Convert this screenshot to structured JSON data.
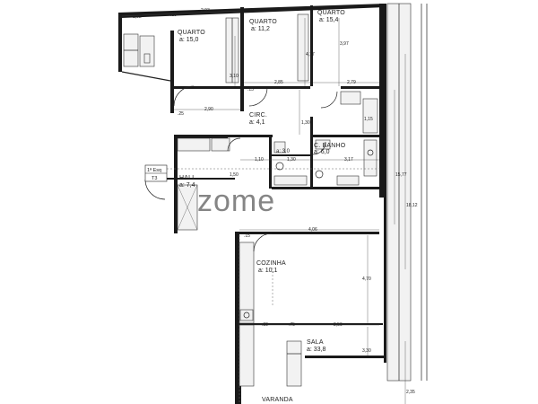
{
  "watermark": "zome",
  "floor_tag": {
    "line1": "1ª Esq",
    "line2": "T3"
  },
  "rooms": [
    {
      "id": "quarto-1",
      "name": "QUARTO",
      "area": "a: 15,0"
    },
    {
      "id": "quarto-2",
      "name": "QUARTO",
      "area": "a: 11,2"
    },
    {
      "id": "quarto-3",
      "name": "QUARTO",
      "area": "a: 15,4"
    },
    {
      "id": "circ",
      "name": "CIRC.",
      "area": "a: 4,1"
    },
    {
      "id": "c-banho",
      "name": "C. BANHO",
      "area": "a: 6,0"
    },
    {
      "id": "wc",
      "name": "",
      "area": "a: 3,0"
    },
    {
      "id": "hall",
      "name": "HALL",
      "area": "a: 7,4"
    },
    {
      "id": "cozinha",
      "name": "COZINHA",
      "area": "a: 10,1"
    },
    {
      "id": "sala",
      "name": "SALA",
      "area": "a: 33,8"
    },
    {
      "id": "varanda",
      "name": "VARANDA",
      "area": ""
    }
  ],
  "dimensions": {
    "top_left": "1,92",
    "top_small": ".15",
    "top_mid": "2,93",
    "top_quarto2_width": "2,85",
    "top_quarto3_width": "2,79",
    "circ_width": "2,90",
    "circ_depth": "1,30",
    "quarto2_depth": "4,17",
    "quarto3_depth": "3,97",
    "quarto1_depth": "3,10",
    "banho_width": "3,17",
    "banho_depth": "1,15",
    "wc_a": "1,10",
    "wc_b": "1,30",
    "hall_height": "1,50",
    "right_total": "15,77",
    "right_outer": "18,12",
    "cozinha_width": "4,06",
    "cozinha_depth": "4,70",
    "sala_a": ".80",
    "sala_b": ".75",
    "sala_c": "2,59",
    "sala_depth": "3,30",
    "varanda_width": "2,35",
    "wall_a": ".25",
    "wall_b": ".15",
    "wall_c": ".15"
  },
  "colors": {
    "wall": "#1a1a1a",
    "line": "#222222",
    "watermark": "#c9c9c9"
  }
}
